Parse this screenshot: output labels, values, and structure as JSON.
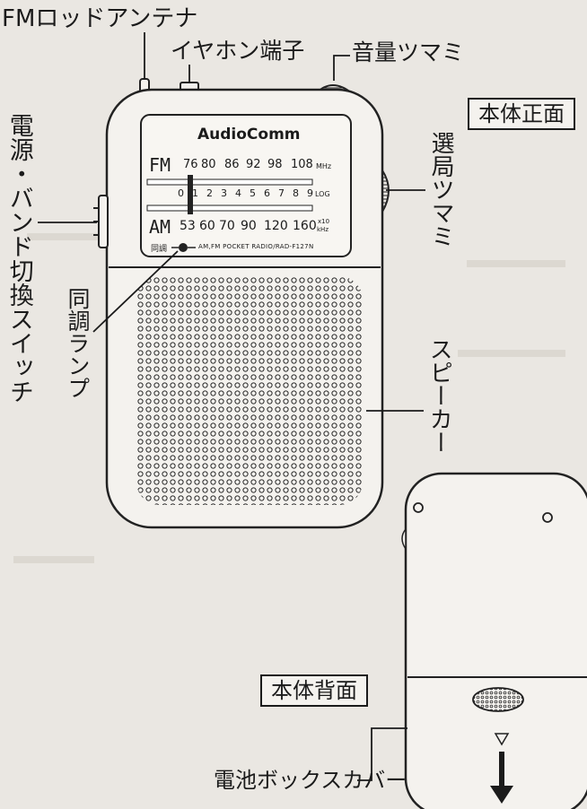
{
  "callouts": {
    "fm_antenna": "FMロッドアンテナ",
    "earphone_jack": "イヤホン端子",
    "volume_knob": "音量ツマミ",
    "power_band_switch": "電源・バンド切換スイッチ",
    "tuning_knob": "選局ツマミ",
    "tuning_lamp": "同調ランプ",
    "speaker": "スピーカー",
    "battery_cover": "電池ボックスカバー"
  },
  "views": {
    "front": "本体正面",
    "back": "本体背面"
  },
  "dial": {
    "brand": "AudioComm",
    "fm_band": "FM",
    "fm_scale": [
      "76",
      "80",
      "86",
      "92",
      "98",
      "108"
    ],
    "fm_unit": "MHz",
    "log_scale": [
      "0",
      "1",
      "2",
      "3",
      "4",
      "5",
      "6",
      "7",
      "8",
      "9"
    ],
    "log_label": "LOG",
    "am_band": "AM",
    "am_scale": [
      "53",
      "60",
      "70",
      "90",
      "120",
      "160"
    ],
    "am_unit_top": "x10",
    "am_unit_bottom": "kHz",
    "lamp_label": "同調",
    "model_text": "AM,FM POCKET RADIO/RAD-F127N"
  },
  "colors": {
    "ink": "#1b1b1b",
    "paper": "#eae7e2",
    "device_body": "#f4f2ee"
  }
}
